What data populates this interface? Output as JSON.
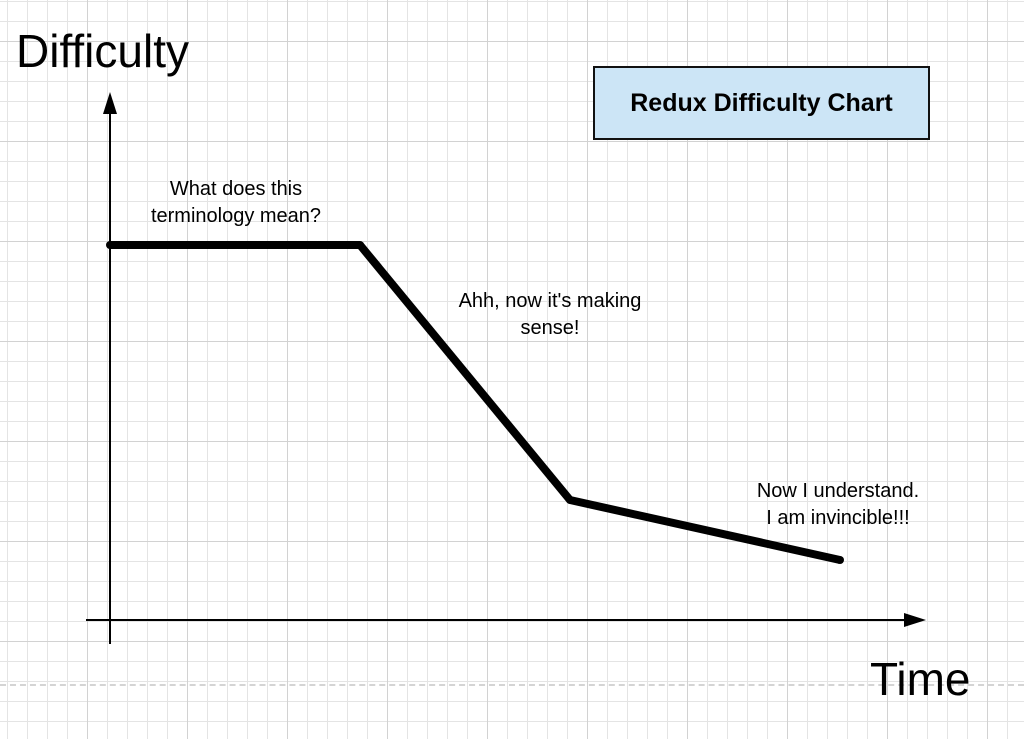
{
  "chart_data": {
    "type": "line",
    "title": "Redux Difficulty Chart",
    "xlabel": "Time",
    "ylabel": "Difficulty",
    "grid": true,
    "series": [
      {
        "values": [
          {
            "x": 0,
            "y": 3.75
          },
          {
            "x": 2.5,
            "y": 3.75
          },
          {
            "x": 4.6,
            "y": 1.2
          },
          {
            "x": 7.3,
            "y": 0.6
          }
        ]
      }
    ],
    "annotations": [
      {
        "lines": [
          "What does this",
          "terminology mean?"
        ]
      },
      {
        "lines": [
          "Ahh, now it's making",
          "sense!"
        ]
      },
      {
        "lines": [
          "Now I understand.",
          "I am invincible!!!"
        ]
      }
    ]
  },
  "colors": {
    "title_box_fill": "#cce5f6",
    "line": "#000000",
    "grid": "#e4e4e4"
  }
}
